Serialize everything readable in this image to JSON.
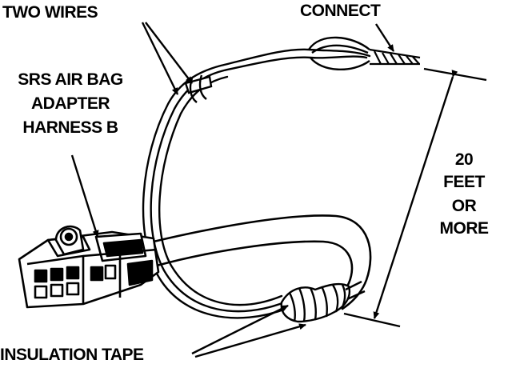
{
  "labels": {
    "two_wires": "TWO WIRES",
    "connect": "CONNECT",
    "harness_line1": "SRS AIR BAG",
    "harness_line2": "ADAPTER",
    "harness_line3": "HARNESS B",
    "distance_line1": "20",
    "distance_line2": "FEET",
    "distance_line3": "OR",
    "distance_line4": "MORE",
    "insulation_tape": "INSULATION TAPE"
  },
  "colors": {
    "ink": "#000000",
    "paper": "#ffffff"
  }
}
